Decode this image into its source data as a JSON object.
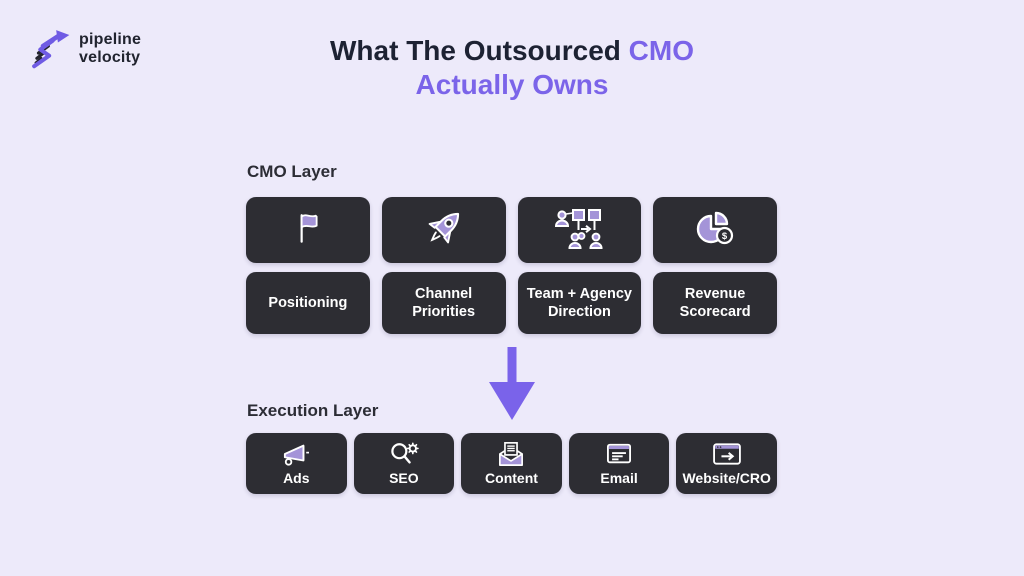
{
  "colors": {
    "page_background": "#edeafa",
    "card_background": "#2d2d33",
    "accent_purple": "#7b64e9",
    "icon_purple": "#a494d8",
    "title_dark": "#1d2233",
    "card_text": "#ffffff"
  },
  "logo": {
    "icon": "pipeline-velocity-logo-icon",
    "line1": "pipeline",
    "line2": "velocity"
  },
  "title": {
    "line1_dark": "What The Outsourced",
    "line1_accent": "CMO",
    "line2_accent": "Actually Owns"
  },
  "cmo_layer": {
    "heading": "CMO Layer",
    "cards": [
      {
        "icon": "flag-icon",
        "label": "Positioning"
      },
      {
        "icon": "rocket-icon",
        "label": "Channel Priorities"
      },
      {
        "icon": "org-chart-icon",
        "label": "Team + Agency Direction"
      },
      {
        "icon": "pie-chart-dollar-icon",
        "label": "Revenue Scorecard"
      }
    ]
  },
  "flow": {
    "arrow": "down-arrow-icon"
  },
  "execution_layer": {
    "heading": "Execution Layer",
    "cards": [
      {
        "icon": "megaphone-icon",
        "label": "Ads"
      },
      {
        "icon": "search-gear-icon",
        "label": "SEO"
      },
      {
        "icon": "envelope-document-icon",
        "label": "Content"
      },
      {
        "icon": "email-message-icon",
        "label": "Email"
      },
      {
        "icon": "browser-arrow-icon",
        "label": "Website/CRO"
      }
    ]
  }
}
